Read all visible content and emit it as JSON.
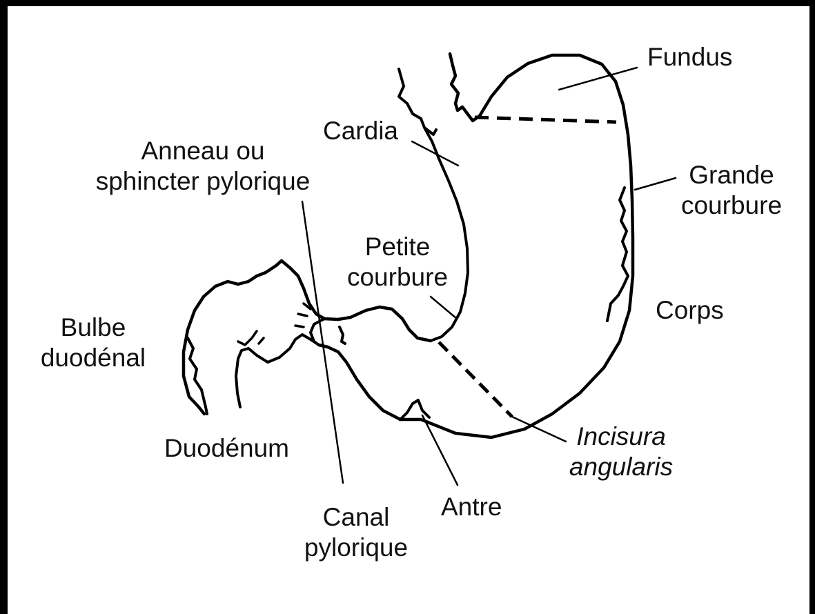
{
  "labels": {
    "fundus": "Fundus",
    "cardia": "Cardia",
    "anneau_line1": "Anneau ou",
    "anneau_line2": "sphincter pylorique",
    "grande_line1": "Grande",
    "grande_line2": "courbure",
    "petite_line1": "Petite",
    "petite_line2": "courbure",
    "corps": "Corps",
    "bulbe_line1": "Bulbe",
    "bulbe_line2": "duodénal",
    "duodenum": "Duodénum",
    "incisura_line1": "Incisura",
    "incisura_line2": "angularis",
    "antre": "Antre",
    "canal_line1": "Canal",
    "canal_line2": "pylorique"
  },
  "colors": {
    "ink": "#000000",
    "background": "#ffffff"
  }
}
